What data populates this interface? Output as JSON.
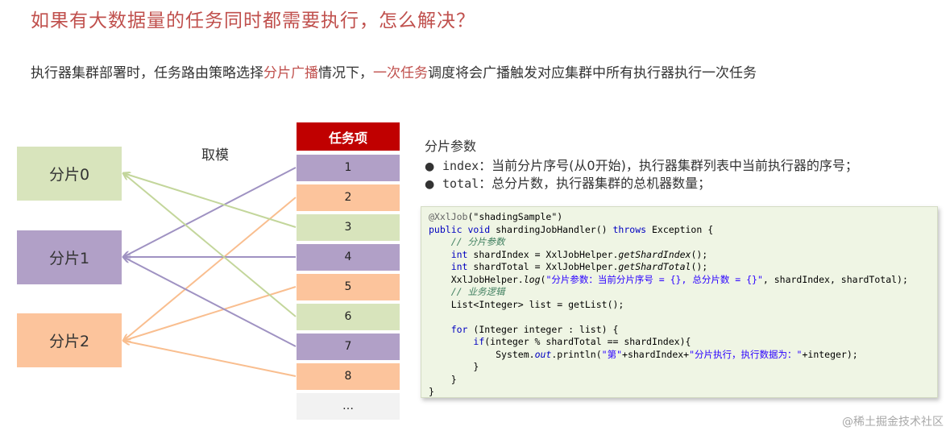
{
  "title": "如果有大数据量的任务同时都需要执行，怎么解决？",
  "description": {
    "part1": "执行器集群部署时，任务路由策略选择",
    "highlight1": "分片广播",
    "part2": "情况下，",
    "highlight2": "一次任务",
    "part3": "调度将会广播触发对应集群中所有执行器执行一次任务"
  },
  "diagram": {
    "mod_label": "取模",
    "shards": [
      {
        "label": "分片0",
        "color": "#d8e4bc"
      },
      {
        "label": "分片1",
        "color": "#b1a0c7"
      },
      {
        "label": "分片2",
        "color": "#fcc49c"
      }
    ],
    "task_header": "任务项",
    "tasks": [
      {
        "label": "1",
        "shard": 1
      },
      {
        "label": "2",
        "shard": 2
      },
      {
        "label": "3",
        "shard": 0
      },
      {
        "label": "4",
        "shard": 1
      },
      {
        "label": "5",
        "shard": 2
      },
      {
        "label": "6",
        "shard": 0
      },
      {
        "label": "7",
        "shard": 1
      },
      {
        "label": "8",
        "shard": 2
      },
      {
        "label": "…",
        "shard": null
      }
    ],
    "ellipsis_color": "#f2f2f2",
    "header_color": "#c00000"
  },
  "params": {
    "title": "分片参数",
    "items": [
      {
        "bullet": "●",
        "name": "index",
        "text": "：当前分片序号(从0开始)，执行器集群列表中当前执行器的序号；"
      },
      {
        "bullet": "●",
        "name": "total",
        "text": "：总分片数，执行器集群的总机器数量；"
      }
    ]
  },
  "code": {
    "l1_ann": "@XxlJob",
    "l1_str": "(\"shadingSample\")",
    "l2_kw1": "public void",
    "l2_mid": " shardingJobHandler() ",
    "l2_kw2": "throws",
    "l2_end": " Exception {",
    "l3_cmt": "// 分片参数",
    "l4_kw": "int",
    "l4_a": " shardIndex = XxlJobHelper.",
    "l4_it": "getShardIndex",
    "l4_b": "();",
    "l5_kw": "int",
    "l5_a": " shardTotal = XxlJobHelper.",
    "l5_it": "getShardTotal",
    "l5_b": "();",
    "l6_a": "XxlJobHelper.",
    "l6_it": "log",
    "l6_b": "(",
    "l6_str": "\"分片参数：当前分片序号 = {}, 总分片数 = {}\"",
    "l6_c": ", shardIndex, shardTotal);",
    "l7_cmt": "// 业务逻辑",
    "l8": "List<Integer> list = getList();",
    "l10_kw": "for",
    "l10_rest": " (Integer integer : list) {",
    "l11_kw": "if",
    "l11_rest": "(integer % shardTotal == shardIndex){",
    "l12_a": "System.",
    "l12_fld": "out",
    "l12_b": ".println(",
    "l12_s1": "\"第\"",
    "l12_c": "+shardIndex+",
    "l12_s2": "\"分片执行，执行数据为：\"",
    "l12_d": "+integer);",
    "close": "}"
  },
  "watermark": "@稀土掘金技术社区"
}
